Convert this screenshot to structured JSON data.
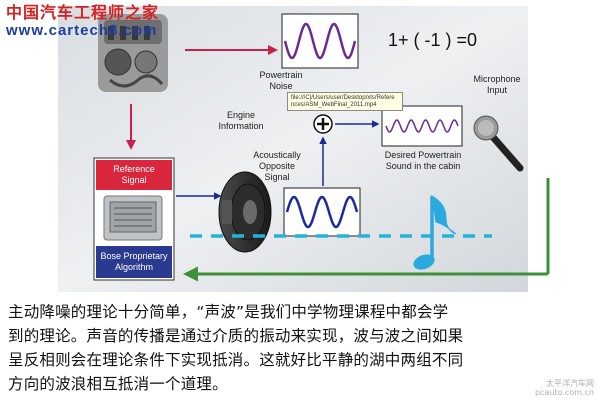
{
  "watermark": {
    "site_cn": "中国汽车工程师之家",
    "site_url": "www.cartech8.com",
    "corner_cn": "太平洋汽车网",
    "corner_url": "pcauto.com.cn"
  },
  "diagram": {
    "equation": "1+ ( -1 ) =0",
    "labels": {
      "engine_information": [
        "Engine",
        "Information"
      ],
      "powertrain_noise": [
        "Powertrain",
        "Noise"
      ],
      "microphone_input": [
        "Microphone",
        "Input"
      ],
      "acoustically_opposite": [
        "Acoustically",
        "Opposite",
        "Signal"
      ],
      "desired_sound": [
        "Desired Powertrain",
        "Sound in the cabin"
      ],
      "reference_signal": [
        "Reference",
        "Signal"
      ],
      "bose_algorithm": [
        "Bose Proprietary",
        "Algorithm"
      ]
    },
    "tooltip_lines": [
      "file:///C|/Users/user/Desktop/xts/Refere",
      "nces/ASM_WebFinal_2011.mp4"
    ],
    "colors": {
      "red_arrow": "#c8204d",
      "green_arrow": "#3f8f3a",
      "cyan_dash": "#25b3d8",
      "wave_blue": "#1a2a9a",
      "wave_purple": "#6a2a9a",
      "box_red": "#d9263d",
      "box_blue": "#2a3a8f",
      "note_blue": "#2aa9df"
    }
  },
  "caption": {
    "lines": [
      "主动降噪的理论十分简单，“声波”是我们中学物理课程中都会学",
      "到的理论。声音的传播是通过介质的振动来实现，波与波之间如果",
      "呈反相则会在理论条件下实现抵消。这就好比平静的湖中两组不同",
      "方向的波浪相互抵消一个道理。"
    ]
  }
}
